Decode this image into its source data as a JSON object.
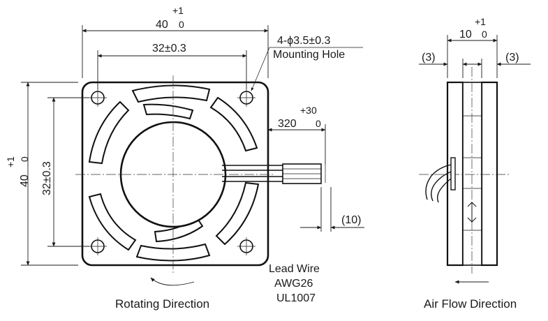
{
  "front_view": {
    "width_tol": "+1",
    "width_nom": "40",
    "width_tol_low": "0",
    "hole_pitch_h": "32±0.3",
    "hole_pitch_v": "32±0.3",
    "height_tol": "+1",
    "height_nom": "40",
    "height_tol_low": "0",
    "mounting_hole_spec": "4-ϕ3.5±0.3",
    "mounting_hole_label": "Mounting Hole",
    "lead_tol": "+30",
    "lead_nom": "320",
    "lead_tol_low": "0",
    "strip_len": "(10)",
    "lead_wire_1": "Lead Wire",
    "lead_wire_2": "AWG26",
    "lead_wire_3": "UL1007",
    "rotating_direction": "Rotating Direction"
  },
  "side_view": {
    "depth_tol": "+1",
    "depth_nom": "10",
    "depth_tol_low": "0",
    "left_flange": "(3)",
    "right_flange": "(3)",
    "air_flow_direction": "Air Flow Direction"
  }
}
